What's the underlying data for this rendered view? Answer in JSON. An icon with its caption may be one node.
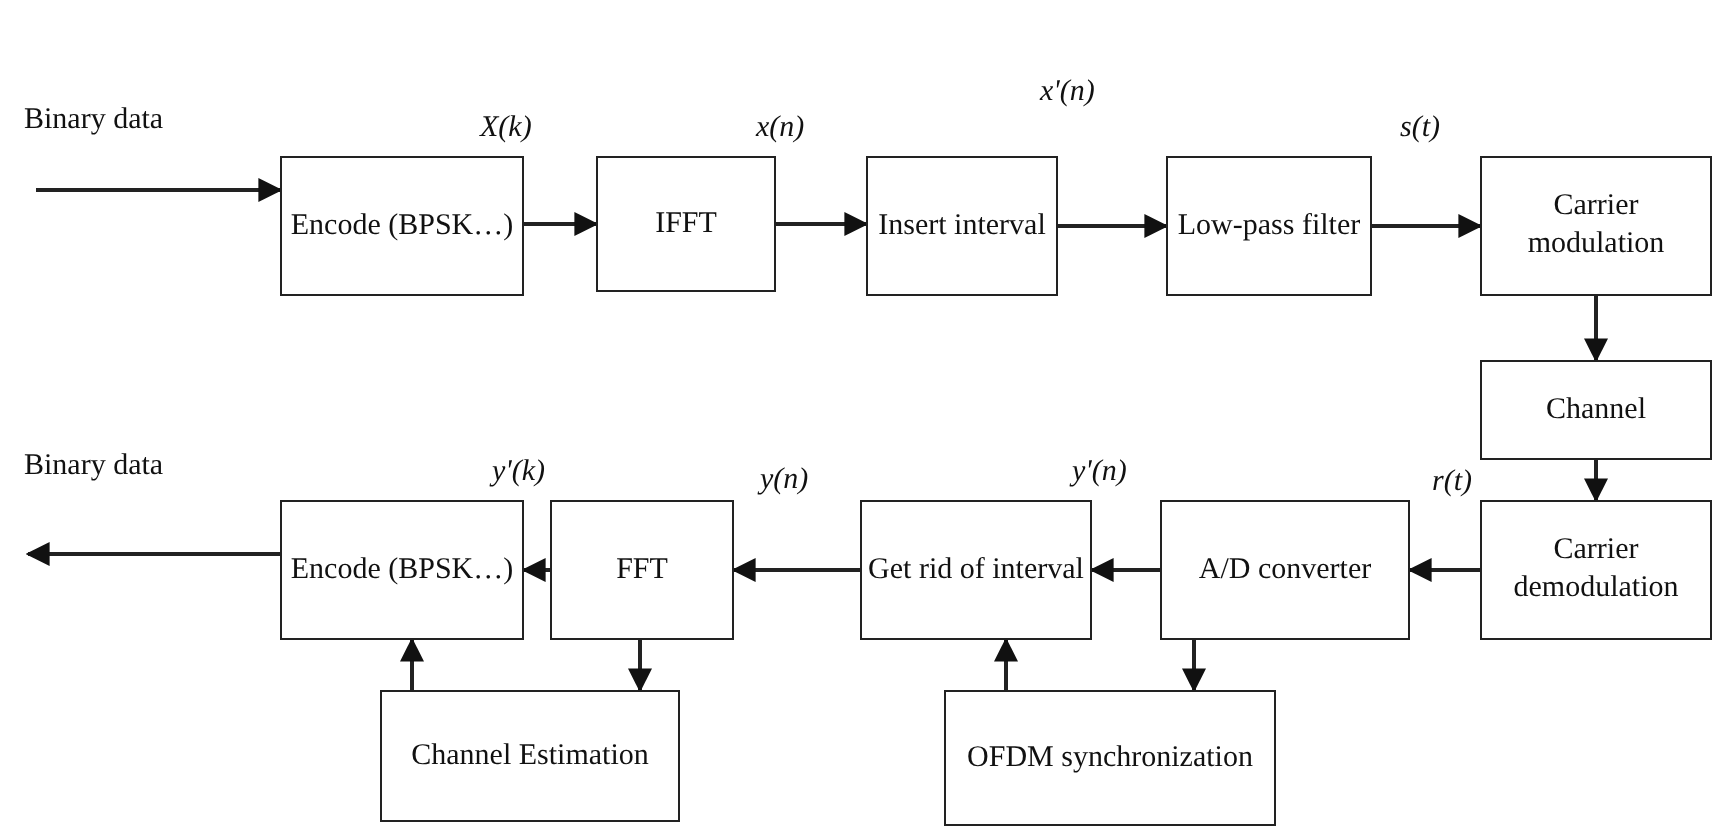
{
  "diagram": {
    "nodes": [
      {
        "text": [
          "Encode (BPSK…)"
        ]
      },
      {
        "text": [
          "IFFT"
        ]
      },
      {
        "text": [
          "Insert interval"
        ]
      },
      {
        "text": [
          "Low-pass filter"
        ]
      },
      {
        "text": [
          "Carrier modulation"
        ]
      },
      {
        "text": [
          "Channel"
        ]
      },
      {
        "text": [
          "Carrier demodulation"
        ]
      },
      {
        "text": [
          "A/D converter"
        ]
      },
      {
        "text": [
          "Get rid of interval"
        ]
      },
      {
        "text": [
          "FFT"
        ]
      },
      {
        "text": [
          "Encode (BPSK…)"
        ]
      },
      {
        "text": [
          "Channel Estimation"
        ]
      },
      {
        "text": [
          "OFDM synchronization"
        ]
      }
    ],
    "edges": [
      {
        "from": null,
        "to": 0,
        "arrow": "to"
      },
      {
        "from": 0,
        "to": 1,
        "arrow": "to"
      },
      {
        "from": 1,
        "to": 2,
        "arrow": "to"
      },
      {
        "from": 2,
        "to": 3,
        "arrow": "to"
      },
      {
        "from": 3,
        "to": 4,
        "arrow": "to"
      },
      {
        "from": 4,
        "to": 5,
        "arrow": "to"
      },
      {
        "from": 5,
        "to": 6,
        "arrow": "to"
      },
      {
        "from": 6,
        "to": 7,
        "arrow": "to"
      },
      {
        "from": 7,
        "to": 8,
        "arrow": "to"
      },
      {
        "from": 8,
        "to": 9,
        "arrow": "to"
      },
      {
        "from": 9,
        "to": 10,
        "arrow": "to"
      },
      {
        "from": 10,
        "to": null,
        "arrow": "to"
      },
      {
        "from": 11,
        "to": 10,
        "arrow": "to"
      },
      {
        "from": 9,
        "to": 11,
        "arrow": "to"
      },
      {
        "from": 12,
        "to": 8,
        "arrow": "to"
      },
      {
        "from": 7,
        "to": 12,
        "arrow": "to"
      }
    ],
    "labels": [
      "x'(n)",
      "Binary data",
      "X(k)",
      "x(n)",
      "s(t)",
      "y'(k)",
      "y(n)",
      "y'(n)",
      "r(t)",
      "Binary data"
    ]
  }
}
